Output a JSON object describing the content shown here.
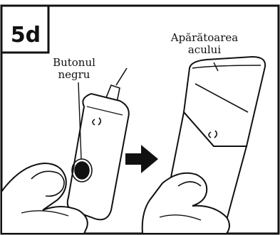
{
  "figure": {
    "step_label": "5d",
    "callouts": {
      "black_button": [
        "Butonul",
        "negru"
      ],
      "needle_guard": [
        "Apărătoarea",
        "acului"
      ]
    },
    "icons": {
      "arrow": "right-arrow-icon"
    },
    "colors": {
      "ink": "#111111",
      "background": "#ffffff"
    }
  }
}
